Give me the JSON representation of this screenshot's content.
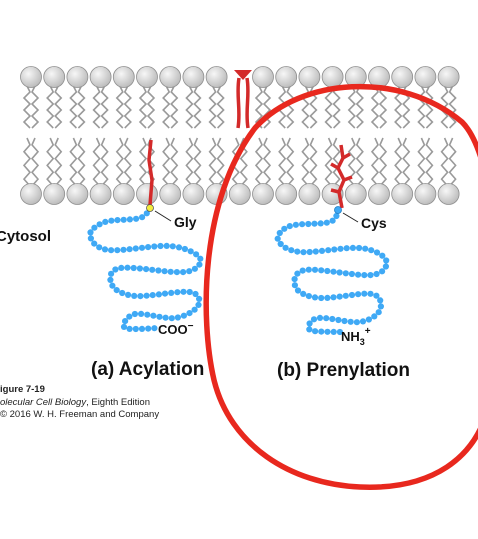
{
  "labels": {
    "cytosol": "Cytosol",
    "gly": "Gly",
    "cys": "Cys",
    "coo": "COO",
    "coo_sup": "−",
    "nh3": "NH",
    "nh3_sub": "3",
    "nh3_sup": "+",
    "panel_a": "(a) Acylation",
    "panel_b": "(b) Prenylation"
  },
  "caption": {
    "figure": "igure 7-19",
    "book": "olecular Cell Biology",
    "edition": ", Eighth Edition",
    "copyright": "2016 W. H. Freeman and Company"
  },
  "colors": {
    "head": "#d4d4d4",
    "tail": "#9a9a9a",
    "lipid_anchor": "#d32a2a",
    "residue": "#3fa9f5",
    "attachment": "#f3ec3d",
    "highlight_circle": "#e8281e"
  }
}
